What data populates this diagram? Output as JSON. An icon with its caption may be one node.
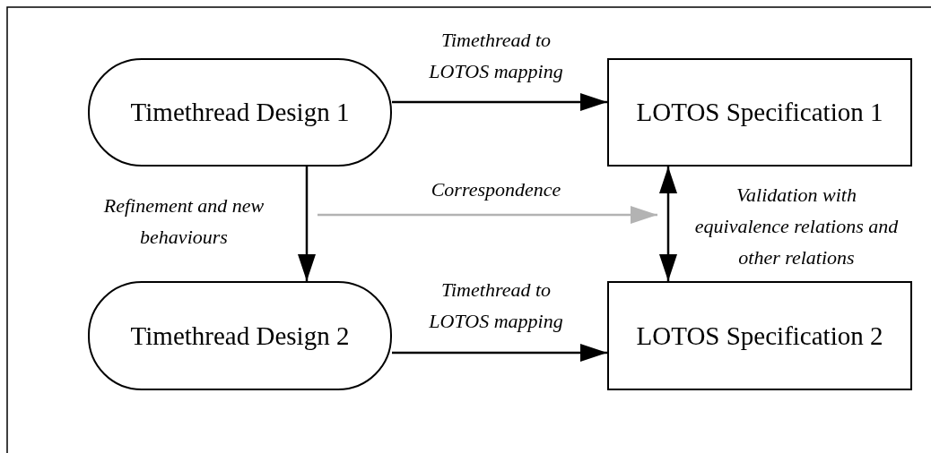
{
  "diagram": {
    "nodes": [
      {
        "text": [
          "Timethread Design 1"
        ]
      },
      {
        "text": [
          "LOTOS Specification 1"
        ]
      },
      {
        "text": [
          "Timethread Design 2"
        ]
      },
      {
        "text": [
          "LOTOS Specification 2"
        ]
      }
    ],
    "edges": [
      {
        "from": 0,
        "to": 1,
        "arrow": "to",
        "label": "Timethread to LOTOS mapping"
      },
      {
        "from": 0,
        "to": 2,
        "arrow": "to",
        "label": "Refinement and new behaviours"
      },
      {
        "from": 1,
        "to": 3,
        "arrow": "both",
        "label": "Validation with equivalence relations and other relations"
      },
      {
        "from": 2,
        "to": 3,
        "arrow": "to",
        "label": "Timethread to LOTOS mapping"
      }
    ],
    "labels": [
      "Correspondence"
    ]
  }
}
